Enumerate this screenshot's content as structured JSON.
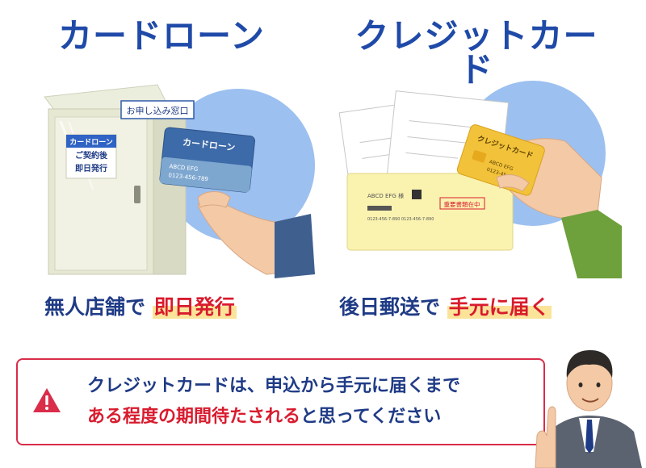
{
  "left": {
    "title": "カードローン",
    "window_sign": "お申し込み窓口",
    "booth_sign": {
      "top": "カードローン",
      "line1": "ご契約後",
      "line2": "即日発行"
    },
    "card": {
      "label": "カードローン",
      "issuer": "ABCD EFG",
      "number": "0123-456-789"
    },
    "caption": {
      "prefix": "無人店舗で",
      "highlight": "即日発行"
    }
  },
  "right": {
    "title": "クレジットカード",
    "card": {
      "label": "クレジットカード",
      "issuer": "ABCD EFG",
      "number": "0123-45…"
    },
    "envelope": {
      "issuer": "ABCD EFG 様",
      "stamp": "重要書類在中",
      "code": "0123-456-7-890 0123-456-7-890"
    },
    "caption": {
      "prefix": "後日郵送で",
      "highlight": "手元に届く"
    }
  },
  "notice": {
    "line1": "クレジットカードは、申込から手元に届くまで",
    "line2_highlight": "ある程度の期間待たされる",
    "line2_rest": "と思ってください"
  },
  "colors": {
    "heading": "#1f4aa8",
    "accent": "#d91b2e",
    "highlight_bg": "#fbe49a",
    "circle": "#9cc0f0"
  }
}
